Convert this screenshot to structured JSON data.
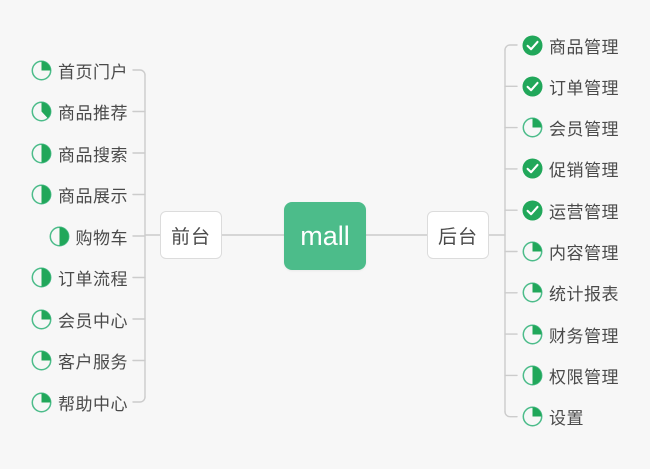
{
  "diagram": {
    "title": "mall",
    "type": "mind-map",
    "background_color": "#f7f7f7",
    "accent_color": "#4cbc8a",
    "line_color": "#cccccc",
    "text_color": "#4a4a4a"
  },
  "root": {
    "label": "mall"
  },
  "branches": [
    {
      "id": "frontend",
      "label": "前台",
      "side": "left",
      "items": [
        {
          "label": "首页门户",
          "status": "partial",
          "progress": 25
        },
        {
          "label": "商品推荐",
          "status": "partial",
          "progress": 38
        },
        {
          "label": "商品搜索",
          "status": "partial",
          "progress": 50
        },
        {
          "label": "商品展示",
          "status": "partial",
          "progress": 50
        },
        {
          "label": "购物车",
          "status": "partial",
          "progress": 50
        },
        {
          "label": "订单流程",
          "status": "partial",
          "progress": 50
        },
        {
          "label": "会员中心",
          "status": "partial",
          "progress": 25
        },
        {
          "label": "客户服务",
          "status": "partial",
          "progress": 25
        },
        {
          "label": "帮助中心",
          "status": "partial",
          "progress": 25
        }
      ]
    },
    {
      "id": "backend",
      "label": "后台",
      "side": "right",
      "items": [
        {
          "label": "商品管理",
          "status": "done",
          "progress": 100
        },
        {
          "label": "订单管理",
          "status": "done",
          "progress": 100
        },
        {
          "label": "会员管理",
          "status": "partial",
          "progress": 25
        },
        {
          "label": "促销管理",
          "status": "done",
          "progress": 100
        },
        {
          "label": "运营管理",
          "status": "done",
          "progress": 100
        },
        {
          "label": "内容管理",
          "status": "partial",
          "progress": 25
        },
        {
          "label": "统计报表",
          "status": "partial",
          "progress": 25
        },
        {
          "label": "财务管理",
          "status": "partial",
          "progress": 25
        },
        {
          "label": "权限管理",
          "status": "partial",
          "progress": 50
        },
        {
          "label": "设置",
          "status": "partial",
          "progress": 25
        }
      ]
    }
  ]
}
